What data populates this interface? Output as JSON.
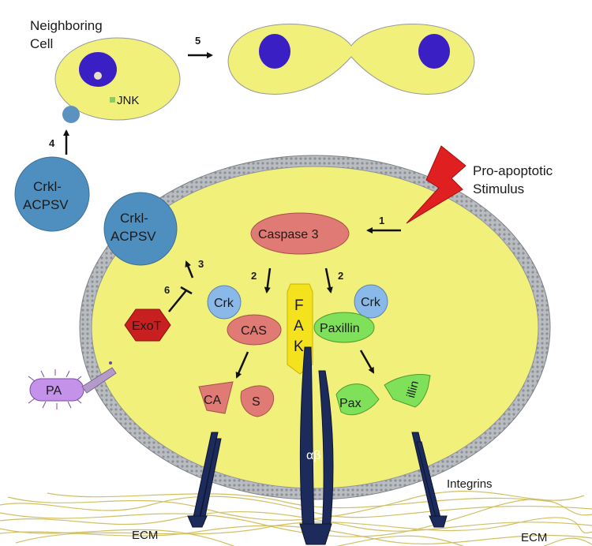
{
  "labels": {
    "neighboring_cell_line1": "Neighboring",
    "neighboring_cell_line2": "Cell",
    "jnk": "JNK",
    "pro_apoptotic_line1": "Pro-apoptotic",
    "pro_apoptotic_line2": "Stimulus",
    "caspase3": "Caspase 3",
    "crkl_acpsv_outer_line1": "Crkl-",
    "crkl_acpsv_outer_line2": "ACPSV",
    "crkl_acpsv_inner_line1": "Crkl-",
    "crkl_acpsv_inner_line2": "ACPSV",
    "crk_left": "Crk",
    "crk_right": "Crk",
    "cas": "CAS",
    "paxillin": "Paxillin",
    "fak_f": "F",
    "fak_a": "A",
    "fak_k": "K",
    "exot": "ExoT",
    "pa": "PA",
    "ca_fragment": "CA",
    "s_fragment": "S",
    "pax_fragment": "Pax",
    "illin_fragment": "illin",
    "alpha_beta": "αβ",
    "integrins": "Integrins",
    "ecm_left": "ECM",
    "ecm_right": "ECM"
  },
  "steps": {
    "step1": "1",
    "step2_left": "2",
    "step2_right": "2",
    "step3": "3",
    "step4": "4",
    "step5": "5",
    "step6": "6"
  },
  "colors": {
    "cytoplasm": "#f0f07a",
    "nucleus": "#3a1fc4",
    "acpsv": "#4f8fbf",
    "caspase": "#e07a74",
    "crk": "#8ab8e8",
    "paxillin": "#7fe05a",
    "fak": "#f5e21e",
    "exot": "#c82020",
    "pa": "#c592ea",
    "stimulus": "#e02020",
    "integrin": "#1c2a5c",
    "ecm": "#c9b54a"
  }
}
